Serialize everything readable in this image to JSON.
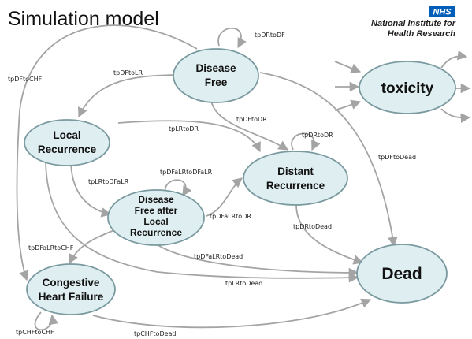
{
  "slide": {
    "title": "Simulation model",
    "logo": {
      "badge": "NHS",
      "line1": "National Institute for",
      "line2": "Health Research"
    }
  },
  "colors": {
    "node_fill": "#dfeef1",
    "node_stroke": "#7a9aa0",
    "edge": "#a4a4a4",
    "nhs_blue": "#005eb8"
  },
  "nodes": {
    "disease_free": {
      "line1": "Disease",
      "line2": "Free"
    },
    "local_recurrence": {
      "line1": "Local",
      "line2": "Recurrence"
    },
    "dfalr": {
      "line1": "Disease",
      "line2": "Free after",
      "line3": "Local",
      "line4": "Recurrence"
    },
    "distant_recurrence": {
      "line1": "Distant",
      "line2": "Recurrence"
    },
    "chf": {
      "line1": "Congestive",
      "line2": "Heart Failure"
    },
    "dead": {
      "label": "Dead"
    },
    "toxicity": {
      "label": "toxicity"
    }
  },
  "transitions": {
    "DFtoDF": "tpDRtoDF",
    "DFtoLR": "tpDFtoLR",
    "DFtoCHF": "tpDFtoCHF",
    "DFtoDR": "tpDFtoDR",
    "DFtoDead": "tpDFtoDead",
    "LRtoDR": "tpLRtoDR",
    "LRtoDFaLR": "tpLRtoDFaLR",
    "DRtoDR": "tpDRtoDR",
    "DFaLRtoDFaLR": "tpDFaLRtoDFaLR",
    "DFaLRtoDR": "tpDFaLRtoDR",
    "DRtoDead": "tpDRtoDead",
    "DFaLRtoCHF": "tpDFaLRtoCHF",
    "DFaLRtoDead": "tpDFaLRtoDead",
    "LRtoDead": "tpLRtoDead",
    "CHFtoCHF": "tpCHFtoCHF",
    "CHFtoDead": "tpCHFtoDead"
  }
}
